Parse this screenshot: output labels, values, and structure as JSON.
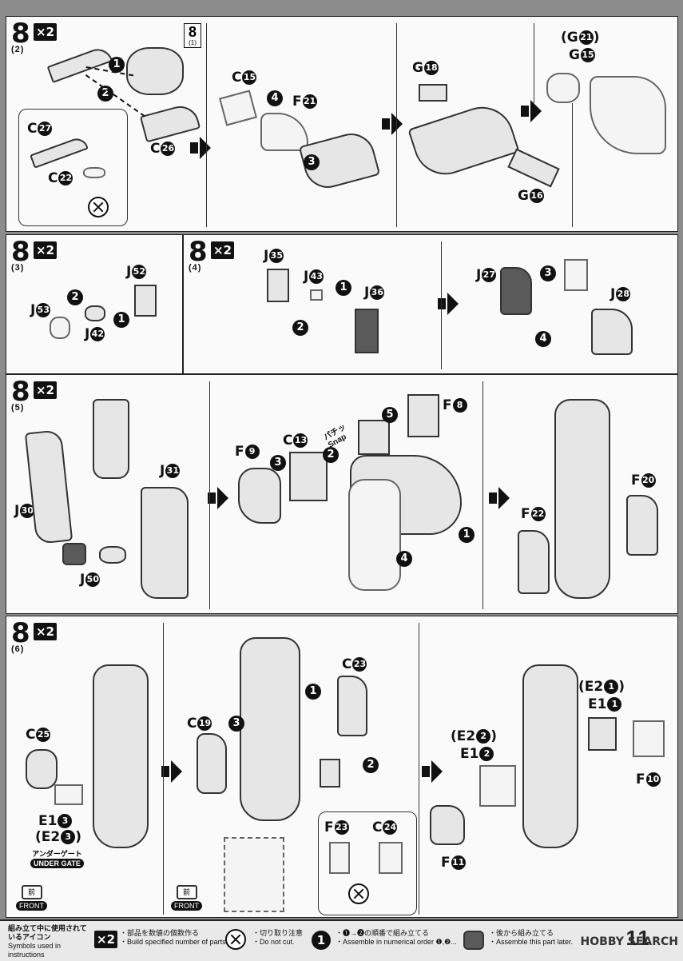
{
  "steps": {
    "s1": {
      "num": "8",
      "sub": "(2)",
      "mult": "×2",
      "ref_num": "8",
      "ref_sub": "(1)"
    },
    "s2": {
      "num": "8",
      "sub": "(3)",
      "mult": "×2"
    },
    "s3": {
      "num": "8",
      "sub": "(4)",
      "mult": "×2"
    },
    "s4": {
      "num": "8",
      "sub": "(5)",
      "mult": "×2"
    },
    "s5": {
      "num": "8",
      "sub": "(6)",
      "mult": "×2"
    }
  },
  "bullets": {
    "b1": "1",
    "b2": "2",
    "b3": "3",
    "b4": "4",
    "b5": "5"
  },
  "parts": {
    "c27": {
      "letter": "C",
      "n": "27"
    },
    "c22": {
      "letter": "C",
      "n": "22"
    },
    "c26": {
      "letter": "C",
      "n": "26"
    },
    "c15": {
      "letter": "C",
      "n": "15"
    },
    "f21": {
      "letter": "F",
      "n": "21"
    },
    "g18": {
      "letter": "G",
      "n": "18"
    },
    "g16": {
      "letter": "G",
      "n": "16"
    },
    "g21": {
      "prefix": "(G",
      "n": "21",
      "suffix": ")"
    },
    "g15": {
      "letter": "G",
      "n": "15"
    },
    "j52": {
      "letter": "J",
      "n": "52"
    },
    "j53": {
      "letter": "J",
      "n": "53"
    },
    "j42": {
      "letter": "J",
      "n": "42"
    },
    "j35": {
      "letter": "J",
      "n": "35"
    },
    "j43": {
      "letter": "J",
      "n": "43"
    },
    "j36": {
      "letter": "J",
      "n": "36"
    },
    "j27": {
      "letter": "J",
      "n": "27"
    },
    "j28": {
      "letter": "J",
      "n": "28"
    },
    "j31": {
      "letter": "J",
      "n": "31"
    },
    "j30": {
      "letter": "J",
      "n": "30"
    },
    "j50": {
      "letter": "J",
      "n": "50"
    },
    "f9": {
      "letter": "F",
      "n": "9"
    },
    "c13": {
      "letter": "C",
      "n": "13"
    },
    "f8": {
      "letter": "F",
      "n": "8"
    },
    "f20": {
      "letter": "F",
      "n": "20"
    },
    "f22": {
      "letter": "F",
      "n": "22"
    },
    "c25": {
      "letter": "C",
      "n": "25"
    },
    "c23": {
      "letter": "C",
      "n": "23"
    },
    "c19": {
      "letter": "C",
      "n": "19"
    },
    "f23": {
      "letter": "F",
      "n": "23"
    },
    "c24": {
      "letter": "C",
      "n": "24"
    },
    "f10": {
      "letter": "F",
      "n": "10"
    },
    "f11": {
      "letter": "F",
      "n": "11"
    },
    "e13": {
      "letter": "E1",
      "n": "3"
    },
    "e23": {
      "prefix": "(E2",
      "n": "3",
      "suffix": ")"
    },
    "e21": {
      "prefix": "(E2",
      "n": "1",
      "suffix": ")"
    },
    "e11": {
      "letter": "E1",
      "n": "1"
    },
    "e22": {
      "prefix": "(E2",
      "n": "2",
      "suffix": ")"
    },
    "e12": {
      "letter": "E1",
      "n": "2"
    }
  },
  "snap": {
    "jp": "パチッ",
    "en": "Snap"
  },
  "under_gate": {
    "jp": "アンダーゲート",
    "en": "UNDER GATE"
  },
  "front": {
    "jp": "前",
    "en": "FRONT"
  },
  "legend": {
    "title_jp": "組み立て中に使用されているアイコン",
    "title_en": "Symbols used in instructions",
    "mult_icon": "×2",
    "mult_jp": "・部品を数値の個数作る",
    "mult_en": "・Build specified number of parts.",
    "cut_jp": "・切り取り注意",
    "cut_en": "・Do not cut.",
    "order_icon": "1",
    "order_jp": "・❶→❷の順番で組み立てる",
    "order_en": "・Assemble in numerical order ❶,❷...",
    "back_jp": "・後から組み立てる",
    "back_en": "・Assemble this part later.",
    "page": "11",
    "watermark": "HOBBY SEARCH"
  }
}
